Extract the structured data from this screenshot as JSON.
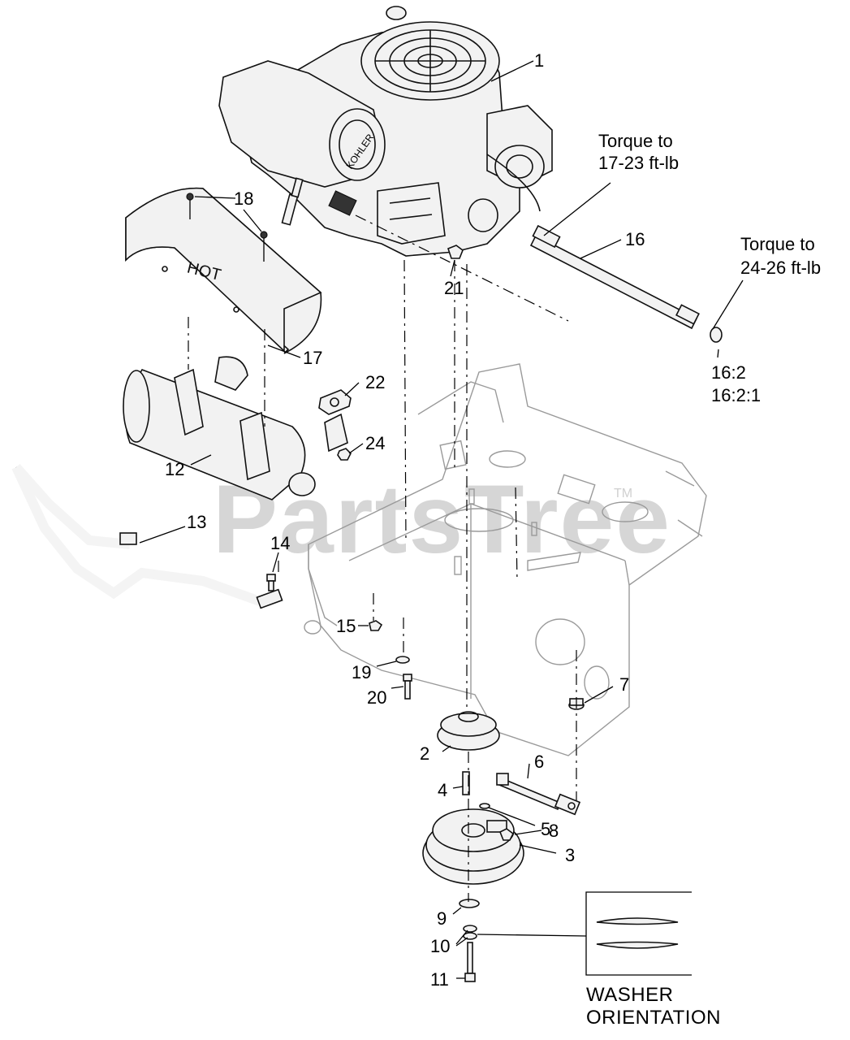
{
  "watermark": {
    "text": "PartsTree",
    "trademark": "TM"
  },
  "callouts": [
    {
      "id": "1",
      "text": "1"
    },
    {
      "id": "2",
      "text": "2"
    },
    {
      "id": "3",
      "text": "3"
    },
    {
      "id": "4",
      "text": "4"
    },
    {
      "id": "5",
      "text": "5"
    },
    {
      "id": "6",
      "text": "6"
    },
    {
      "id": "7",
      "text": "7"
    },
    {
      "id": "8",
      "text": "8"
    },
    {
      "id": "9",
      "text": "9"
    },
    {
      "id": "10",
      "text": "10"
    },
    {
      "id": "11",
      "text": "11"
    },
    {
      "id": "12",
      "text": "12"
    },
    {
      "id": "13",
      "text": "13"
    },
    {
      "id": "14",
      "text": "14"
    },
    {
      "id": "15",
      "text": "15"
    },
    {
      "id": "16",
      "text": "16"
    },
    {
      "id": "17",
      "text": "17"
    },
    {
      "id": "18",
      "text": "18"
    },
    {
      "id": "19",
      "text": "19"
    },
    {
      "id": "20",
      "text": "20"
    },
    {
      "id": "21",
      "text": "21"
    },
    {
      "id": "22",
      "text": "22"
    },
    {
      "id": "24",
      "text": "24"
    }
  ],
  "notes": {
    "torque_16": [
      "Torque to",
      "17-23 ft-lb"
    ],
    "torque_16_2": [
      "Torque to",
      "24-26 ft-lb"
    ],
    "ref_16_2": [
      "16:2",
      "16:2:1"
    ],
    "washer_orientation": [
      "WASHER",
      "ORIENTATION"
    ]
  },
  "part_markings": {
    "heat_shield": "HOT",
    "engine_brand": "KOHLER"
  }
}
